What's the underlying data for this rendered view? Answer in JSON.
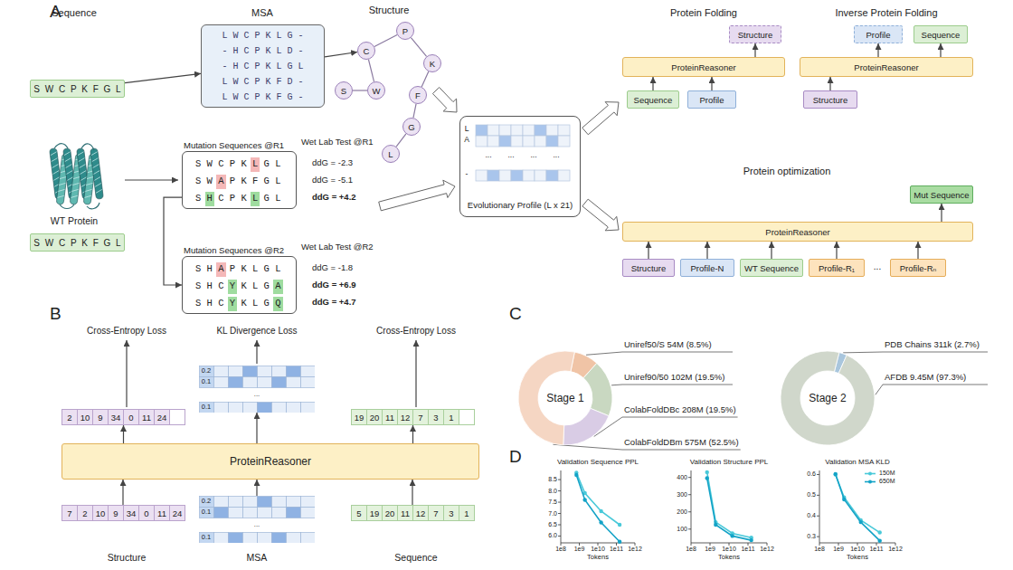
{
  "diagram": {
    "nodes": [
      {
        "text": [
          "S W C P K F G L"
        ]
      },
      {
        "text": [
          "L W C P K L G -",
          "- H C P K L D -",
          "- H C P K L G L",
          "L W C P K F D -",
          "L W C P K F G -"
        ]
      },
      {
        "text": [
          "S"
        ]
      },
      {
        "text": [
          "W"
        ]
      },
      {
        "text": [
          "C"
        ]
      },
      {
        "text": [
          "P"
        ]
      },
      {
        "text": [
          "K"
        ]
      },
      {
        "text": [
          "F"
        ]
      },
      {
        "text": [
          "G"
        ]
      },
      {
        "text": [
          "L"
        ]
      },
      {
        "text": [
          "S W C P K F G L"
        ]
      },
      {
        "text": [
          "Mutation Sequences @R1",
          "S W C P K L G L",
          "S W A P K F G L",
          "S H C P K L G L"
        ]
      },
      {
        "text": [
          "Mutation Sequences @R2",
          "S H A P K L G L",
          "S H C Y K L G A",
          "S H C Y K L G Q"
        ]
      },
      {
        "text": [
          "Evolutionary Profile (L x 21)"
        ]
      },
      {
        "text": [
          "ProteinReasoner"
        ]
      },
      {
        "text": [
          "Structure"
        ]
      },
      {
        "text": [
          "Sequence"
        ]
      },
      {
        "text": [
          "Profile"
        ]
      },
      {
        "text": [
          "ProteinReasoner"
        ]
      },
      {
        "text": [
          "Profile"
        ]
      },
      {
        "text": [
          "Sequence"
        ]
      },
      {
        "text": [
          "Structure"
        ]
      },
      {
        "text": [
          "ProteinReasoner"
        ]
      },
      {
        "text": [
          "Mut Sequence"
        ]
      },
      {
        "text": [
          "Structure"
        ]
      },
      {
        "text": [
          "Profile-N"
        ]
      },
      {
        "text": [
          "WT Sequence"
        ]
      },
      {
        "text": [
          "Profile-R₁"
        ]
      },
      {
        "text": [
          "Profile-Rₙ"
        ]
      },
      {
        "text": [
          "2",
          "10",
          "9",
          "34",
          "0",
          "11",
          "24"
        ]
      },
      {
        "text": [
          "0.2",
          "0.1",
          "...",
          "0.1"
        ]
      },
      {
        "text": [
          "19",
          "20",
          "11",
          "12",
          "7",
          "3",
          "1"
        ]
      },
      {
        "text": [
          "ProteinReasoner"
        ]
      },
      {
        "text": [
          "7",
          "2",
          "10",
          "9",
          "34",
          "0",
          "11",
          "24"
        ]
      },
      {
        "text": [
          "0.2",
          "0.1",
          "...",
          "0.1"
        ]
      },
      {
        "text": [
          "5",
          "19",
          "20",
          "11",
          "12",
          "7",
          "3",
          "1"
        ]
      },
      {
        "text": [
          "Stage 1"
        ]
      },
      {
        "text": [
          "Stage 2"
        ]
      }
    ],
    "edges": [
      {
        "from": 0,
        "to": 1,
        "arrow": "to"
      },
      {
        "from": 1,
        "to": 4,
        "arrow": "to"
      },
      {
        "from": 2,
        "to": 3,
        "arrow": "none"
      },
      {
        "from": 3,
        "to": 4,
        "arrow": "none"
      },
      {
        "from": 4,
        "to": 5,
        "arrow": "none"
      },
      {
        "from": 5,
        "to": 6,
        "arrow": "none"
      },
      {
        "from": 6,
        "to": 7,
        "arrow": "none"
      },
      {
        "from": 7,
        "to": 8,
        "arrow": "none"
      },
      {
        "from": 8,
        "to": 9,
        "arrow": "none"
      },
      {
        "from": 11,
        "to": 12,
        "arrow": "to"
      },
      {
        "from": 16,
        "to": 14,
        "arrow": "to"
      },
      {
        "from": 17,
        "to": 14,
        "arrow": "to"
      },
      {
        "from": 14,
        "to": 15,
        "arrow": "to"
      },
      {
        "from": 21,
        "to": 18,
        "arrow": "to"
      },
      {
        "from": 18,
        "to": 19,
        "arrow": "to"
      },
      {
        "from": 18,
        "to": 20,
        "arrow": "to"
      },
      {
        "from": 24,
        "to": 22,
        "arrow": "to"
      },
      {
        "from": 25,
        "to": 22,
        "arrow": "to"
      },
      {
        "from": 26,
        "to": 22,
        "arrow": "to"
      },
      {
        "from": 27,
        "to": 22,
        "arrow": "to"
      },
      {
        "from": 28,
        "to": 22,
        "arrow": "to"
      },
      {
        "from": 22,
        "to": 23,
        "arrow": "to"
      },
      {
        "from": 33,
        "to": 32,
        "arrow": "to"
      },
      {
        "from": 34,
        "to": 32,
        "arrow": "to"
      },
      {
        "from": 35,
        "to": 32,
        "arrow": "to"
      },
      {
        "from": 32,
        "to": 29,
        "arrow": "to"
      },
      {
        "from": 32,
        "to": 30,
        "arrow": "to"
      },
      {
        "from": 32,
        "to": 31,
        "arrow": "to"
      }
    ],
    "labels": [
      "A",
      "Sequence",
      "MSA",
      "Structure",
      "WT Protein",
      "Wet Lab Test @R1",
      "ddG = -2.3",
      "ddG = -5.1",
      "ddG = +4.2",
      "Wet Lab Test @R2",
      "ddG = -1.8",
      "ddG = +6.9",
      "ddG = +4.7",
      "L",
      "A",
      "...",
      "...",
      "...",
      "...",
      "-",
      "Protein Folding",
      "Inverse Protein Folding",
      "Protein optimization",
      "...",
      "B",
      "Cross-Entropy Loss",
      "KL Divergence Loss",
      "Cross-Entropy Loss",
      "Structure",
      "MSA",
      "Sequence",
      "C",
      "Uniref50/S 54M (8.5%)",
      "Uniref90/50 102M (19.5%)",
      "ColabFoldDBc 208M (19.5%)",
      "ColabFoldDBm 575M (52.5%)",
      "PDB Chains 311k (2.7%)",
      "AFDB 9.45M (97.3%)",
      "D",
      "Validation Sequence PPL",
      "Validation Structure PPL",
      "Validation MSA KLD",
      "6.0",
      "6.5",
      "7.0",
      "7.5",
      "8.0",
      "8.5",
      "100",
      "200",
      "300",
      "400",
      "0.3",
      "0.4",
      "0.5",
      "0.6",
      "1e8",
      "1e9",
      "1e10",
      "1e11",
      "1e12",
      "1e8",
      "1e9",
      "1e10",
      "1e11",
      "1e12",
      "1e8",
      "1e9",
      "1e10",
      "1e11",
      "1e12",
      "Tokens",
      "Tokens",
      "Tokens"
    ],
    "legend": [
      {
        "text": "150M"
      },
      {
        "text": "650M"
      }
    ]
  }
}
